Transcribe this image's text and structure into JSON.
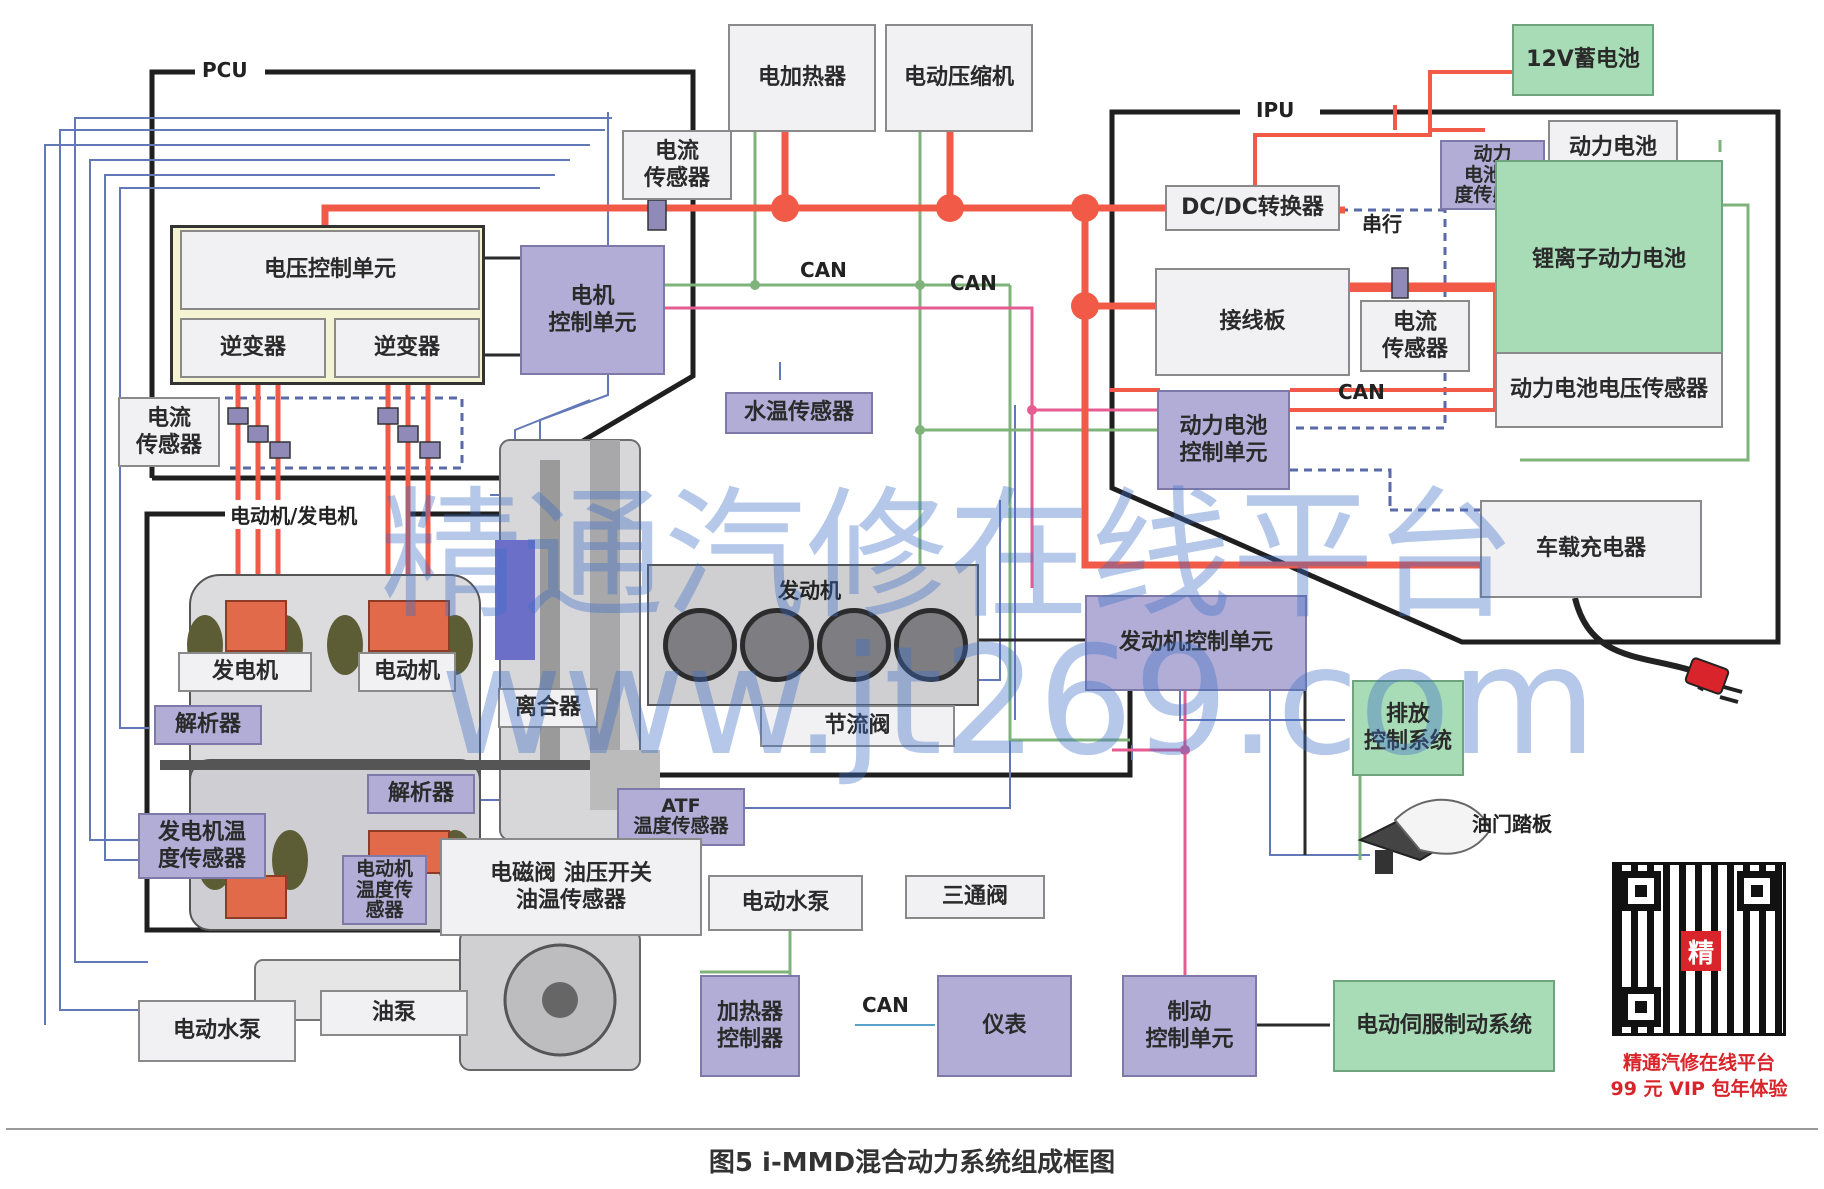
{
  "caption": "图5 i-MMD混合动力系统组成框图",
  "colors": {
    "high_voltage": "#f05a47",
    "can_green": "#7fb37b",
    "signal_blue": "#6378b6",
    "signal_pink": "#e45c90",
    "housing": "#1f1f1f",
    "purple_box": "#b1add6",
    "green_box": "#a8dcb6"
  },
  "groups": {
    "pcu": "PCU",
    "ipu": "IPU",
    "motor_generator": "电动机/发电机"
  },
  "bus_labels": {
    "can_1": "CAN",
    "can_2": "CAN",
    "can_3": "CAN",
    "can_4": "CAN",
    "serial": "串行"
  },
  "components": {
    "electric_heater": "电加热器",
    "electric_compressor": "电动压缩机",
    "battery_12v": "12V蓄电池",
    "current_sensor_pcu": "电流\n传感器",
    "voltage_control_unit": "电压控制单元",
    "motor_control_unit": "电机\n控制单元",
    "inverter_1": "逆变器",
    "inverter_2": "逆变器",
    "current_sensor_inverter": "电流\n传感器",
    "water_temp_sensor": "水温传感器",
    "dcdc_converter": "DC/DC转换器",
    "battery_temp_sensor": "动力\n电池温\n度传感器",
    "battery_cooling_fan": "动力电池\n冷却风扇",
    "li_ion_battery": "锂离子动力电池",
    "junction_board": "接线板",
    "current_sensor_ipu": "电流\n传感器",
    "battery_voltage_sensor": "动力电池电压传感器",
    "battery_control_unit": "动力电池\n控制单元",
    "onboard_charger": "车载充电器",
    "engine": "发动机",
    "throttle": "节流阀",
    "engine_control_unit": "发动机控制单元",
    "emission_control": "排放\n控制系统",
    "accelerator_pedal": "油门踏板",
    "generator": "发电机",
    "motor": "电动机",
    "clutch": "离合器",
    "resolver_1": "解析器",
    "resolver_2": "解析器",
    "atf_temp_sensor": "ATF\n温度传感器",
    "generator_temp_sensor": "发电机温\n度传感器",
    "motor_temp_sensor": "电动机\n温度传\n感器",
    "solenoid_switch_oil_sensor": "电磁阀  油压开关\n油温传感器",
    "electric_water_pump_1": "电动水泵",
    "three_way_valve": "三通阀",
    "heater_controller": "加热器\n控制器",
    "meter": "仪表",
    "brake_control_unit": "制动\n控制单元",
    "electric_servo_brake": "电动伺服制动系统",
    "electric_water_pump_2": "电动水泵",
    "oil_pump": "油泵"
  },
  "watermark": {
    "line1": "精通汽修在线平台",
    "line2": "www.jt269.com"
  },
  "promo": {
    "line1": "精通汽修在线平台",
    "line2": "99 元 VIP 包年体验",
    "qr_logo": "精"
  }
}
